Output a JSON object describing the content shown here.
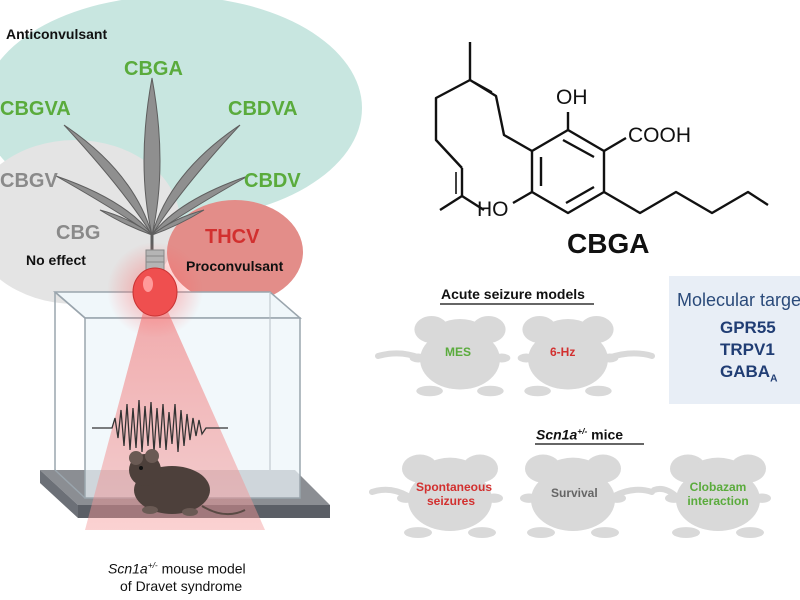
{
  "effects": {
    "anticonvulsant_label": "Anticonvulsant",
    "anticonvulsant_items": [
      "CBGA",
      "CBGVA",
      "CBDVA",
      "CBDV"
    ],
    "no_effect_label": "No effect",
    "no_effect_items": [
      "CBGV",
      "CBG"
    ],
    "proconvulsant_label": "Proconvulsant",
    "proconvulsant_items": [
      "THCV"
    ]
  },
  "molecule": {
    "name": "CBGA",
    "oh_label": "OH",
    "cooh_label": "COOH",
    "ho_label": "HO"
  },
  "acute_section": {
    "title": "Acute seizure models",
    "items": [
      "MES",
      "6-Hz"
    ]
  },
  "scn_section": {
    "title_gene": "Scn1a",
    "title_sup": "+/-",
    "title_rest": " mice",
    "items": [
      "Spontaneous\nseizures",
      "Survival",
      "Clobazam\ninteraction"
    ]
  },
  "targets": {
    "title": "Molecular targets",
    "items": [
      "GPR55",
      "TRPV1",
      "GABA"
    ],
    "gaba_subscript": "A"
  },
  "model_caption": {
    "gene": "Scn1a",
    "sup": "+/-",
    "line1_rest": " mouse model",
    "line2": "of Dravet syndrome"
  },
  "colors": {
    "anticonvulsant": "#5aab3c",
    "proconvulsant": "#d2302f",
    "no_effect": "#8a8a8a",
    "neutral": "#555555",
    "target_text": "#203d74",
    "target_bg": "#e8eef6",
    "teal_bubble": "#c8e6e0",
    "grey_bubble": "#e4e4e4",
    "red_bubble": "#e38d89",
    "mouse_silhouette": "#d9d9d9"
  }
}
